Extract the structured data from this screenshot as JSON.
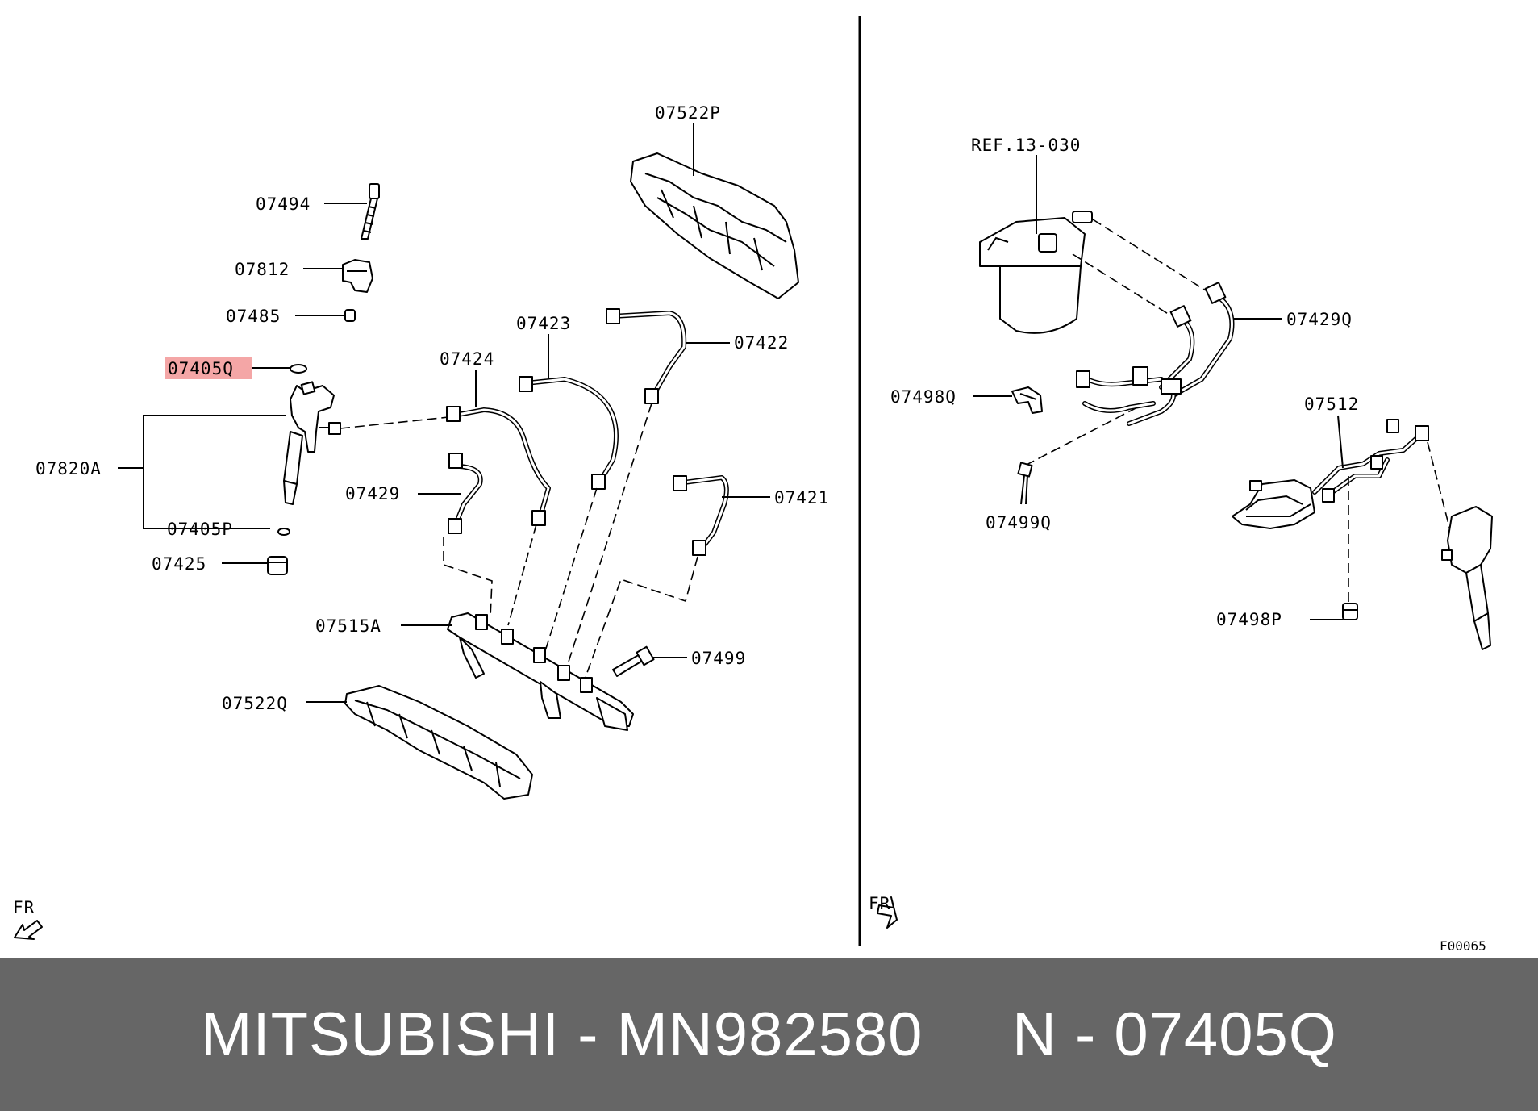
{
  "diagram": {
    "code": "F00065",
    "fr_label": "FR",
    "highlight_color": "#f4a6a6",
    "left_labels": [
      "07522P",
      "07494",
      "07812",
      "07485",
      "07405Q",
      "07423",
      "07422",
      "07424",
      "07820A",
      "07429",
      "07421",
      "07405P",
      "07425",
      "07515A",
      "07499",
      "07522Q"
    ],
    "right_labels": [
      "REF.13-030",
      "07429Q",
      "07498Q",
      "07512",
      "07499Q",
      "07498P"
    ]
  },
  "footer": {
    "text": "MITSUBISHI - MN982580     N - 07405Q",
    "background": "#666666"
  }
}
